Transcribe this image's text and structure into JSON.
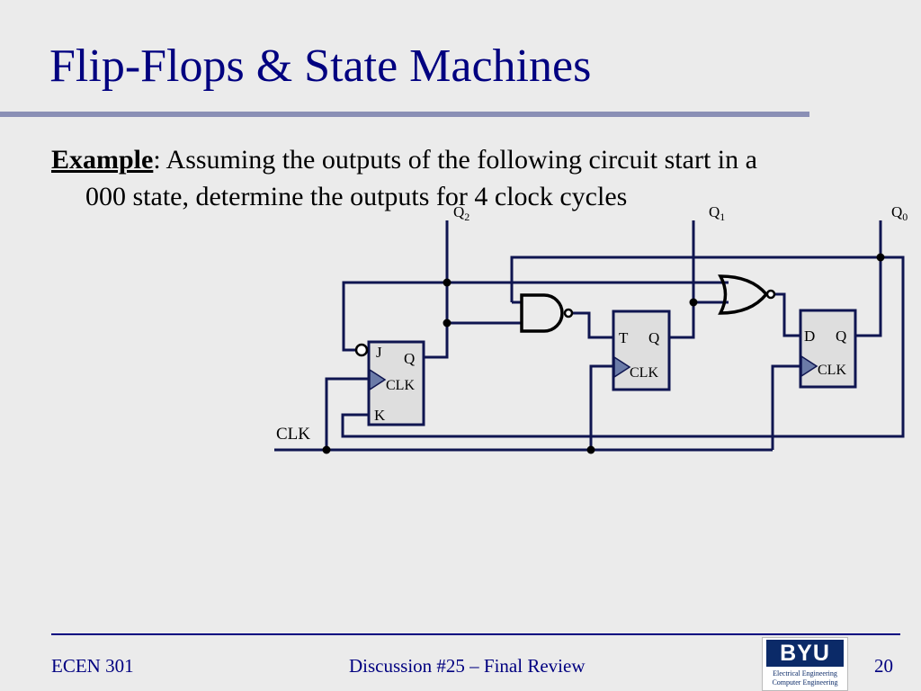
{
  "slide": {
    "title": "Flip-Flops & State Machines",
    "example_label": "Example",
    "example_line1": ": Assuming the outputs of the following circuit start in a",
    "example_line2": "000 state, determine the outputs for 4 clock cycles"
  },
  "circuit": {
    "output_q2": "Q",
    "output_q2_sub": "2",
    "output_q1": "Q",
    "output_q1_sub": "1",
    "output_q0": "Q",
    "output_q0_sub": "0",
    "clk_input_label": "CLK",
    "jk_ff": {
      "j": "J",
      "q": "Q",
      "clk": "CLK",
      "k": "K"
    },
    "t_ff": {
      "t": "T",
      "q": "Q",
      "clk": "CLK"
    },
    "d_ff": {
      "d": "D",
      "q": "Q",
      "clk": "CLK"
    },
    "wire_color": "#0f1550",
    "ff_fill": "#dedede",
    "gate_color": "#000000"
  },
  "footer": {
    "course": "ECEN 301",
    "lecture": "Discussion #25 – Final Review",
    "page": "20"
  },
  "logo": {
    "mark": "BYU",
    "line1": "Electrical Engineering",
    "line2": "Computer Engineering"
  },
  "theme": {
    "title_color": "#000080",
    "rule_color": "#8a8fb5",
    "background": "#ebebeb"
  }
}
